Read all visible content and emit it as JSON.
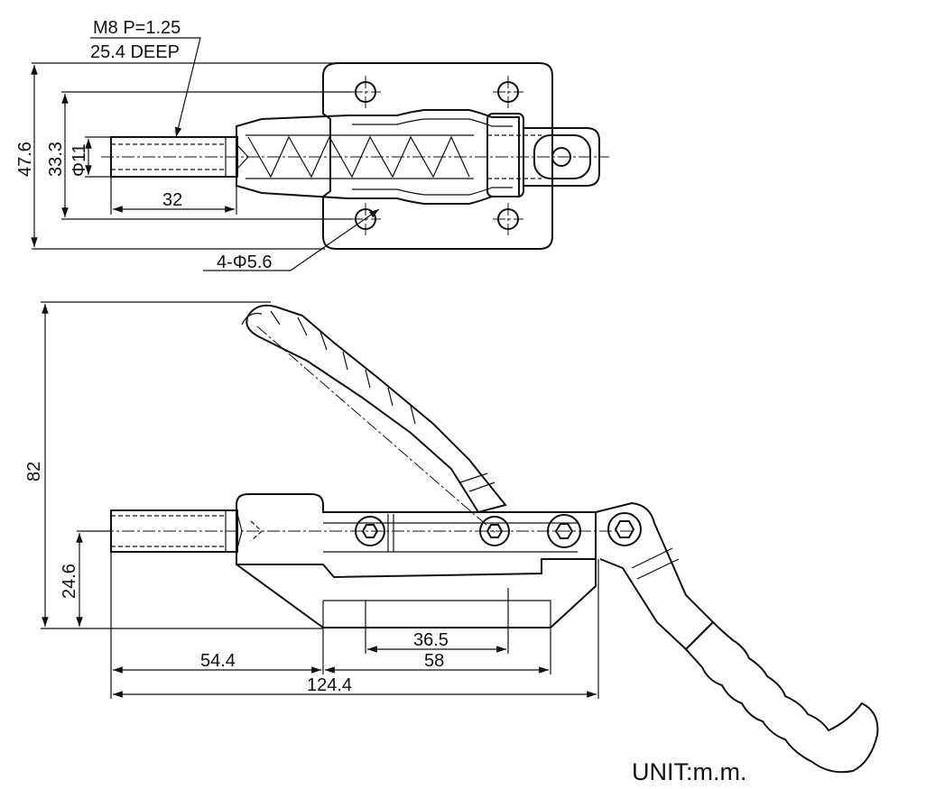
{
  "top_view": {
    "thread_spec": "M8 P=1.25",
    "thread_depth": "25.4 DEEP",
    "height_outer": "47.6",
    "height_holes": "33.3",
    "rod_diameter": "Φ11",
    "rod_length": "32",
    "holes": "4-Φ5.6"
  },
  "side_view": {
    "total_height": "82",
    "rod_height": "24.6",
    "dim_36_5": "36.5",
    "dim_58": "58",
    "dim_54_4": "54.4",
    "dim_124_4": "124.4"
  },
  "unit": "UNIT:m.m."
}
